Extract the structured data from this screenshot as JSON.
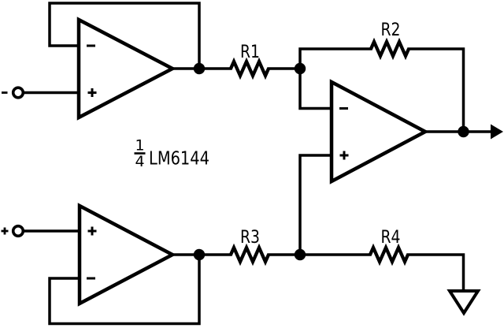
{
  "schematic": {
    "colors": {
      "line": "#000000",
      "background": "#ffffff"
    },
    "part_annotation": {
      "fraction_numerator": "1",
      "fraction_denominator": "4",
      "part_number": "LM6144"
    },
    "resistors": {
      "r1": "R1",
      "r2": "R2",
      "r3": "R3",
      "r4": "R4"
    },
    "opamps": {
      "top_buffer": {
        "top_input_sign": "-",
        "bottom_input_sign": "+"
      },
      "bottom_buffer": {
        "top_input_sign": "+",
        "bottom_input_sign": "-"
      },
      "output_amp": {
        "top_input_sign": "-",
        "bottom_input_sign": "+"
      }
    },
    "terminals": {
      "inverting_input_sign": "-",
      "noninverting_input_sign": "+",
      "output": "arrow",
      "reference": "ground"
    }
  }
}
